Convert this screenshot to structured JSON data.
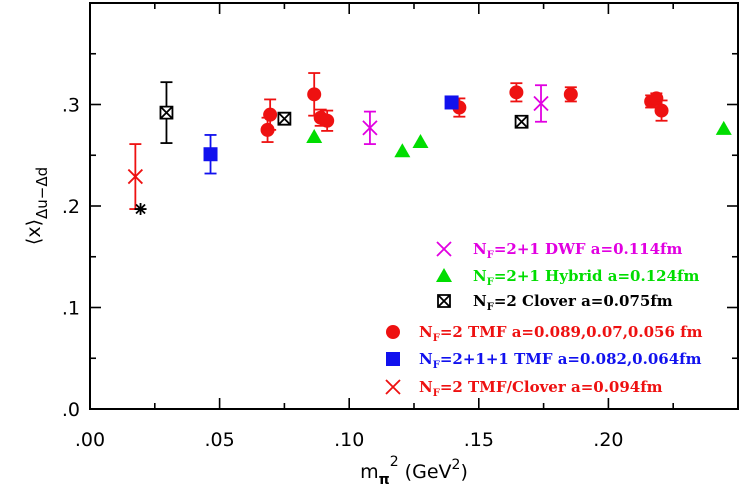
{
  "chart_data": {
    "type": "scatter",
    "title": "",
    "xlabel": "m_π² (GeV²)",
    "ylabel": "⟨x⟩_Δu−Δd",
    "xlim": [
      0.0,
      0.25
    ],
    "ylim": [
      0.0,
      0.4
    ],
    "x_ticks": [
      0.0,
      0.05,
      0.1,
      0.15,
      0.2
    ],
    "x_tick_labels": [
      ".00",
      ".05",
      ".10",
      ".15",
      ".20"
    ],
    "y_ticks": [
      0.0,
      0.1,
      0.2,
      0.3
    ],
    "y_tick_labels": [
      ".0",
      ".1",
      ".2",
      ".3"
    ],
    "grid": false,
    "legend_position": "bottom-right",
    "series": [
      {
        "name": "N_F=2+1 DWF  a=0.114fm",
        "label_main": "N",
        "label_sub": "F",
        "label_rest": "=2+1 DWF  a=0.114fm",
        "color": "#e100e1",
        "marker": "x",
        "points": [
          {
            "x": 0.108,
            "y": 0.277,
            "err": 0.016
          },
          {
            "x": 0.174,
            "y": 0.301,
            "err": 0.018
          }
        ]
      },
      {
        "name": "N_F=2+1 Hybrid  a=0.124fm",
        "label_main": "N",
        "label_sub": "F",
        "label_rest": "=2+1 Hybrid  a=0.124fm",
        "color": "#00dd00",
        "marker": "triangle",
        "points": [
          {
            "x": 0.0865,
            "y": 0.268,
            "err": 0
          },
          {
            "x": 0.1205,
            "y": 0.254,
            "err": 0
          },
          {
            "x": 0.1275,
            "y": 0.263,
            "err": 0
          },
          {
            "x": 0.2445,
            "y": 0.276,
            "err": 0
          }
        ]
      },
      {
        "name": "N_F=2  Clover  a=0.075fm",
        "label_main": "N",
        "label_sub": "F",
        "label_rest": "=2  Clover  a=0.075fm",
        "color": "#000000",
        "marker": "boxx",
        "points": [
          {
            "x": 0.0295,
            "y": 0.292,
            "err": 0.03
          },
          {
            "x": 0.075,
            "y": 0.286,
            "err": 0
          },
          {
            "x": 0.1665,
            "y": 0.283,
            "err": 0
          }
        ]
      },
      {
        "name": "N_F=2  TMF  a=0.089,0.07,0.056 fm",
        "label_main": "N",
        "label_sub": "F",
        "label_rest": "=2  TMF  a=0.089,0.07,0.056 fm",
        "color": "#ee1111",
        "marker": "circle",
        "points": [
          {
            "x": 0.0685,
            "y": 0.275,
            "err": 0.012
          },
          {
            "x": 0.0695,
            "y": 0.29,
            "err": 0.015
          },
          {
            "x": 0.0865,
            "y": 0.31,
            "err": 0.021
          },
          {
            "x": 0.089,
            "y": 0.287,
            "err": 0.008
          },
          {
            "x": 0.0915,
            "y": 0.284,
            "err": 0.01
          },
          {
            "x": 0.1425,
            "y": 0.297,
            "err": 0.009
          },
          {
            "x": 0.1645,
            "y": 0.312,
            "err": 0.009
          },
          {
            "x": 0.1855,
            "y": 0.31,
            "err": 0.007
          },
          {
            "x": 0.2165,
            "y": 0.303,
            "err": 0.006
          },
          {
            "x": 0.2185,
            "y": 0.306,
            "err": 0.005
          },
          {
            "x": 0.2205,
            "y": 0.294,
            "err": 0.01
          }
        ]
      },
      {
        "name": "N_F=2+1+1  TMF  a=0.082,0.064fm",
        "label_main": "N",
        "label_sub": "F",
        "label_rest": "=2+1+1  TMF  a=0.082,0.064fm",
        "color": "#1111ee",
        "marker": "square",
        "points": [
          {
            "x": 0.0465,
            "y": 0.251,
            "err": 0.019
          },
          {
            "x": 0.1395,
            "y": 0.302,
            "err": 0
          }
        ]
      },
      {
        "name": "N_F=2  TMF/Clover  a=0.094fm",
        "label_main": "N",
        "label_sub": "F",
        "label_rest": "=2  TMF/Clover  a=0.094fm",
        "color": "#ee1111",
        "marker": "x",
        "points": [
          {
            "x": 0.0175,
            "y": 0.229,
            "err": 0.032
          }
        ]
      },
      {
        "name": "",
        "legend": false,
        "color": "#000000",
        "marker": "asterisk",
        "points": [
          {
            "x": 0.0195,
            "y": 0.197,
            "err": 0
          }
        ]
      }
    ]
  }
}
